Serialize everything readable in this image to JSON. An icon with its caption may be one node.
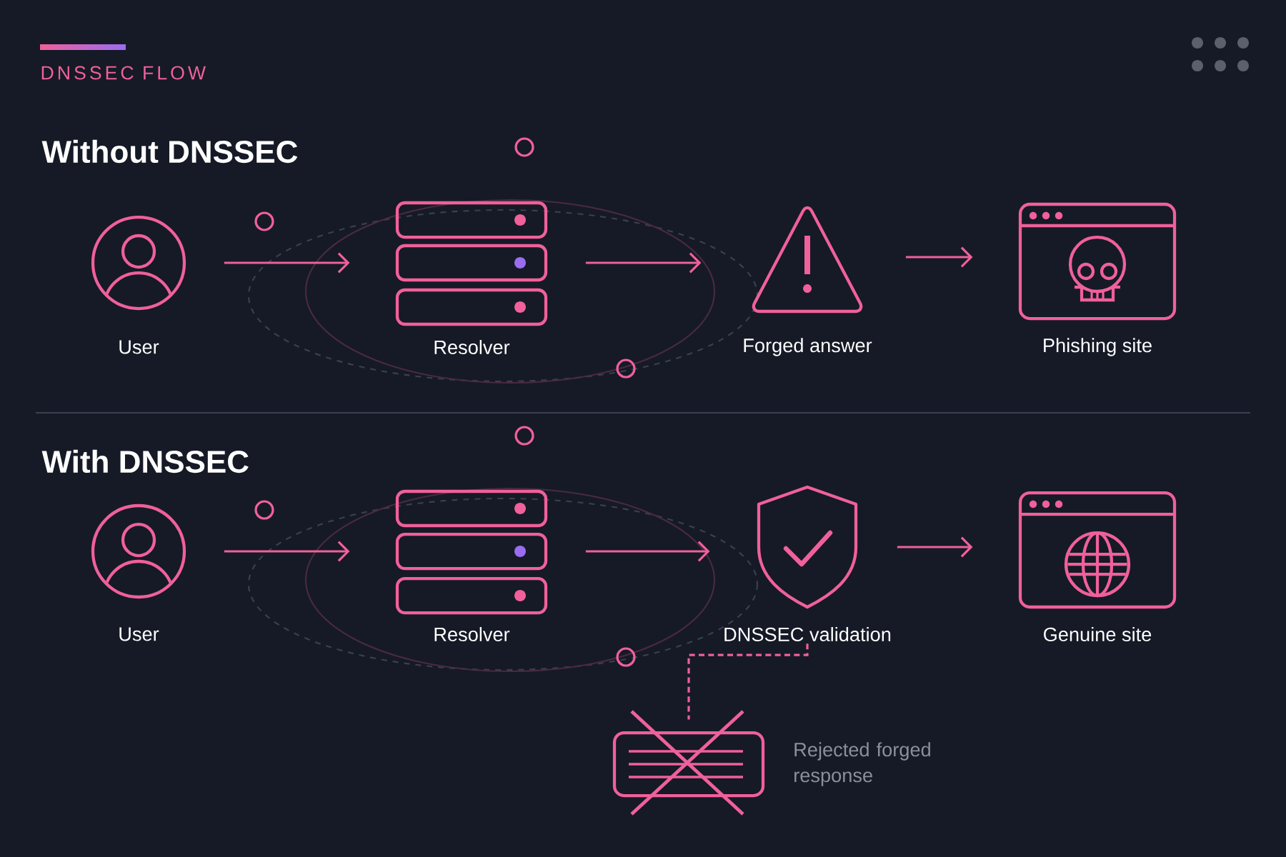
{
  "diagram": {
    "title": "DNSSEC FLOW",
    "nodes": [
      {
        "text": [
          "User"
        ]
      },
      {
        "text": [
          "Resolver"
        ]
      },
      {
        "text": [
          "Forged answer"
        ]
      },
      {
        "text": [
          "Phishing site"
        ]
      },
      {
        "text": [
          "User"
        ]
      },
      {
        "text": [
          "Resolver"
        ]
      },
      {
        "text": [
          "DNSSEC validation"
        ]
      },
      {
        "text": [
          "Genuine site"
        ]
      },
      {
        "text": [
          "Rejected forged response"
        ]
      }
    ],
    "edges": [
      {
        "from": 0,
        "to": 1,
        "arrow": "to"
      },
      {
        "from": 1,
        "to": 2,
        "arrow": "to"
      },
      {
        "from": 2,
        "to": 3,
        "arrow": "to"
      },
      {
        "from": 4,
        "to": 5,
        "arrow": "to"
      },
      {
        "from": 5,
        "to": 6,
        "arrow": "to"
      },
      {
        "from": 6,
        "to": 7,
        "arrow": "to"
      },
      {
        "from": 6,
        "to": 8,
        "arrow": "none",
        "style": "dashed"
      }
    ],
    "labels": [
      "Without DNSSEC",
      "With DNSSEC"
    ]
  }
}
